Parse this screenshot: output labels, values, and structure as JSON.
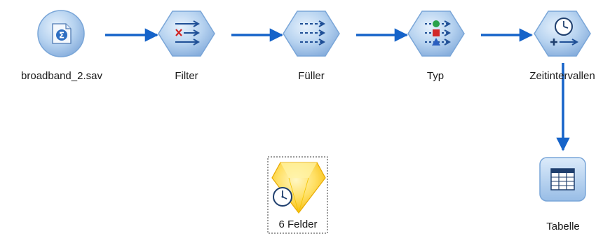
{
  "colors": {
    "connector": "#1563c9",
    "node_body": "#a9c9ec",
    "node_border": "#7aa6d8",
    "model_body": "#ffd84d"
  },
  "nodes": [
    {
      "id": "source",
      "label": "broadband_2.sav",
      "shape": "circle",
      "icon": "statistics-file-icon"
    },
    {
      "id": "filter",
      "label": "Filter",
      "shape": "hexagon",
      "icon": "filter-arrows-icon"
    },
    {
      "id": "filler",
      "label": "Füller",
      "shape": "hexagon",
      "icon": "filler-arrows-icon"
    },
    {
      "id": "type",
      "label": "Typ",
      "shape": "hexagon",
      "icon": "type-symbols-icon"
    },
    {
      "id": "time",
      "label": "Zeitintervallen",
      "shape": "hexagon",
      "icon": "clock-plus-icon"
    },
    {
      "id": "table",
      "label": "Tabelle",
      "shape": "square",
      "icon": "table-grid-icon"
    },
    {
      "id": "model",
      "label": "6 Felder",
      "shape": "gem",
      "icon": "clock-model-icon",
      "selected": true
    }
  ]
}
